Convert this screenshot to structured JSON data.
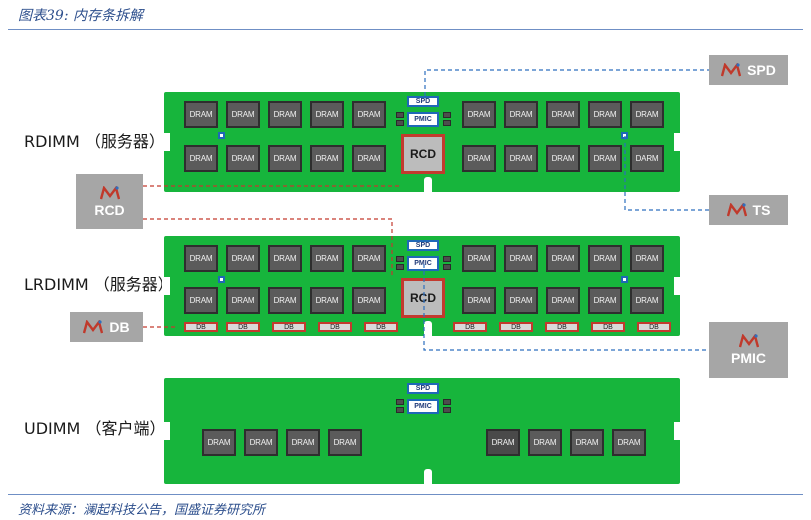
{
  "figure": {
    "title": "图表39: 内存条拆解",
    "source": "资料来源：澜起科技公告，国盛证券研究所"
  },
  "labels": {
    "rdimm": "RDIMM （服务器）",
    "lrdimm": "LRDIMM （服务器）",
    "udimm": "UDIMM （客户端）"
  },
  "chips": {
    "dram": "DRAM",
    "darm": "DARM",
    "spd": "SPD",
    "pmic": "PMIC",
    "rcd": "RCD",
    "db": "DB"
  },
  "callouts": {
    "spd": "SPD",
    "ts": "TS",
    "rcd": "RCD",
    "db": "DB",
    "pmic": "PMIC"
  },
  "colors": {
    "pcb": "#17b53c",
    "dram": "#5b5b5b",
    "rcd_border": "#c33a2e",
    "spd_border": "#1f68b8",
    "callout_bg": "#a6a6a6",
    "logo": "#c0392b"
  },
  "icons": {
    "brand": "montage-logo-icon"
  }
}
